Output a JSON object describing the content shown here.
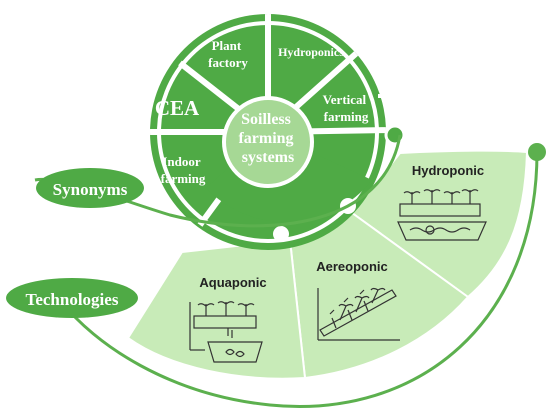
{
  "center": {
    "line1": "Soilless",
    "line2": "farming",
    "line3": "systems"
  },
  "synonyms": {
    "plant_factory": {
      "line1": "Plant",
      "line2": "factory"
    },
    "hydroponics": "Hydroponics",
    "vertical_farming": {
      "line1": "Vertical",
      "line2": "farming"
    },
    "cea": "CEA",
    "indoor_farming": {
      "line1": "Indoor",
      "line2": "farming"
    }
  },
  "categories": {
    "synonyms": "Synonyms",
    "technologies": "Technologies"
  },
  "technologies": {
    "hydroponic": "Hydroponic",
    "aquaponic": "Aquaponic",
    "aereoponic": "Aereoponic"
  },
  "colors": {
    "dark_green": "#4faa45",
    "mid_green": "#6fbd5f",
    "light_green": "#c8ebb8",
    "center_green": "#a6d895",
    "line_green": "#5cb04e"
  }
}
